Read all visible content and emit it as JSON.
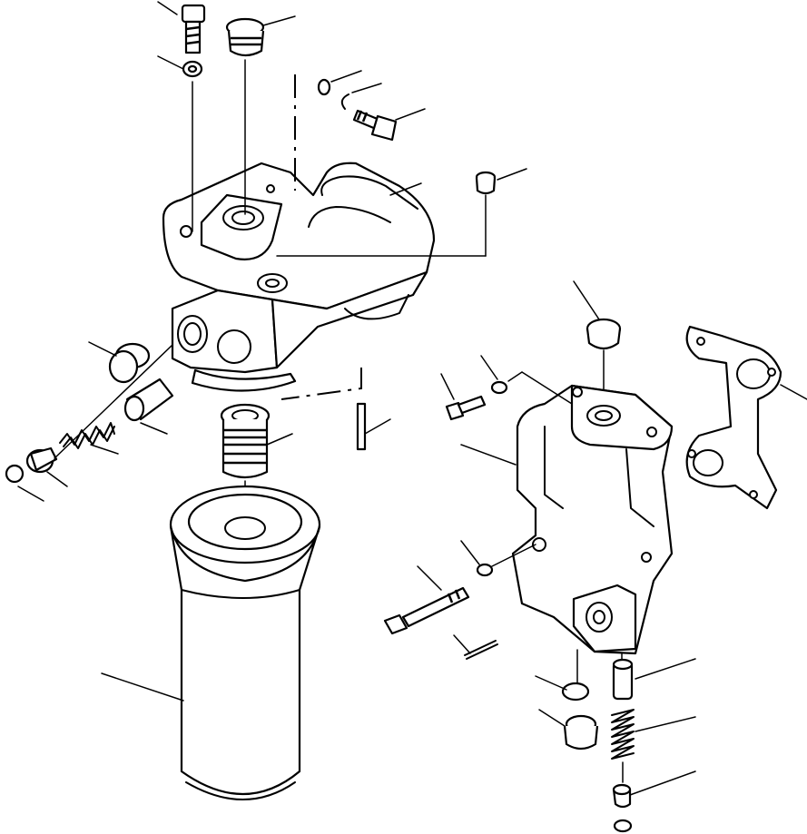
{
  "diagram": {
    "kind": "exploded-parts-view",
    "assemblies": [
      "filter-head-assembly",
      "valve-body-assembly"
    ],
    "leader_lines": 29
  }
}
